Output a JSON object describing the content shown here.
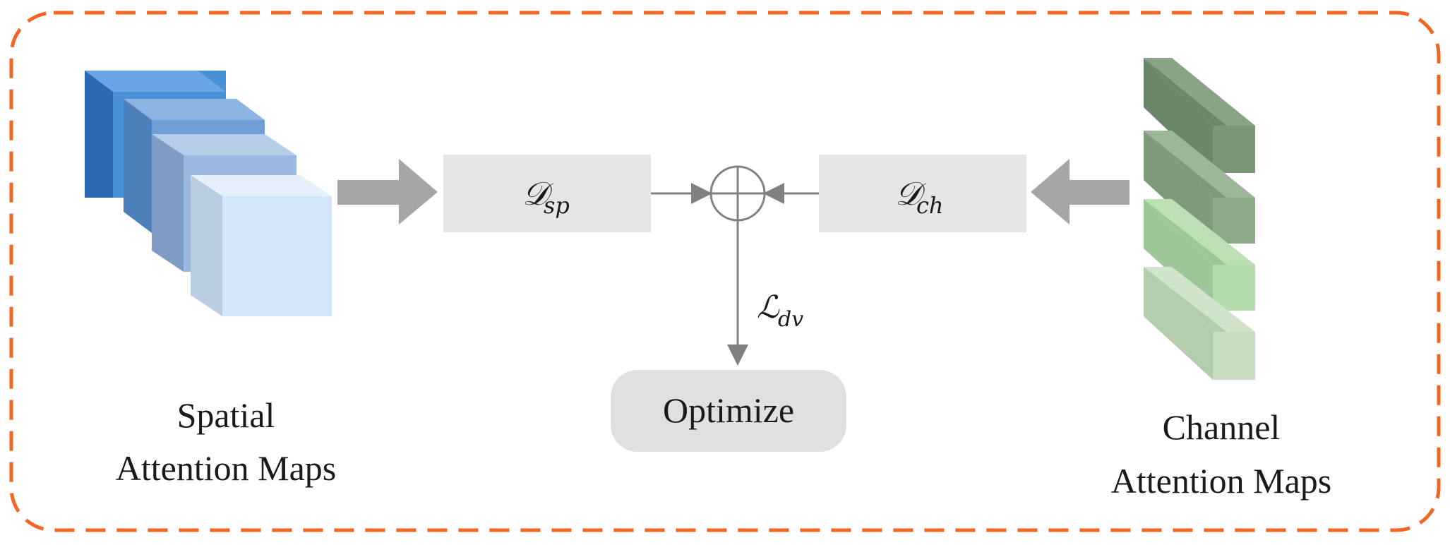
{
  "spatial": {
    "line1": "Spatial",
    "line2": "Attention Maps",
    "colors": [
      "#4a90d9",
      "#6f9fd6",
      "#9bb8e0",
      "#d3e6fb"
    ]
  },
  "channel": {
    "line1": "Channel",
    "line2": "Attention Maps",
    "colors": [
      "#6f8a6c",
      "#87a183",
      "#a9cfa1",
      "#bfd8bb"
    ]
  },
  "d_sp": {
    "symbol": "𝒟",
    "sub": "sp"
  },
  "d_ch": {
    "symbol": "𝒟",
    "sub": "ch"
  },
  "loss": {
    "symbol": "ℒ",
    "sub": "dv"
  },
  "optimize": {
    "label": "Optimize"
  },
  "colors": {
    "border": "#f26522",
    "box_fill": "#e6e6e6",
    "optimize_fill": "#e0e0e0",
    "arrow_gray": "#a6a6a6",
    "line_gray": "#808080"
  }
}
